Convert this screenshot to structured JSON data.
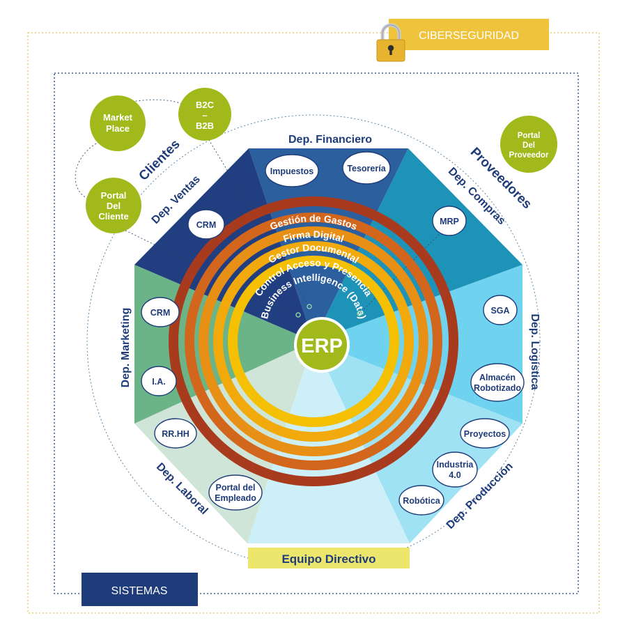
{
  "badges": {
    "ciberseguridad": "CIBERSEGURIDAD",
    "sistemas": "SISTEMAS"
  },
  "center": {
    "label": "ERP"
  },
  "rings": [
    "Gestión de Gastos",
    "Firma Digital",
    "Gestor Documental",
    "Control Acceso y Presencia",
    "Business Intelligence (Data)"
  ],
  "departments": {
    "financiero": {
      "title": "Dep. Financiero",
      "items": [
        "Impuestos",
        "Tesorería"
      ]
    },
    "compras": {
      "title": "Dep. Compras",
      "items": [
        "MRP"
      ]
    },
    "logistica": {
      "title": "Dep. Logística",
      "items": [
        "SGA",
        "Almacén",
        "Robotizado"
      ]
    },
    "produccion": {
      "title": "Dep. Producción",
      "items": [
        "Proyectos",
        "Industria",
        "4.0",
        "Robótica"
      ]
    },
    "directivo": {
      "title": "Equipo Directivo"
    },
    "laboral": {
      "title": "Dep. Laboral",
      "items": [
        "RR.HH",
        "Portal del",
        "Empleado"
      ]
    },
    "marketing": {
      "title": "Dep. Marketing",
      "items": [
        "CRM",
        "I.A."
      ]
    },
    "ventas": {
      "title": "Dep. Ventas",
      "items": [
        "CRM"
      ]
    }
  },
  "clientes": {
    "title": "Clientes",
    "nodes": {
      "market": [
        "Market",
        "Place"
      ],
      "b2c": [
        "B2C",
        "–",
        "B2B"
      ],
      "portal": [
        "Portal",
        "Del",
        "Cliente"
      ]
    }
  },
  "proveedores": {
    "title": "Proveedores",
    "portal": [
      "Portal",
      "Del",
      "Proveedor"
    ]
  },
  "colors": {
    "navy": "#1f3c7a",
    "financiero": "#2c5f9e",
    "compras": "#1e93b8",
    "logistica": "#6fd3ef",
    "produccion": "#9ee2f4",
    "directivo": "#cdf0f8",
    "laboral": "#cfe5d8",
    "marketing": "#6bb487",
    "ventas": "#213f80",
    "olive": "#a2b91c",
    "gold": "#efc33c",
    "ring1": "#a83a1e",
    "ring2": "#d3661d",
    "ring3": "#e88f16",
    "ring4": "#f1a90b",
    "ring5": "#f6c002",
    "yellowBar": "#ece66d"
  }
}
